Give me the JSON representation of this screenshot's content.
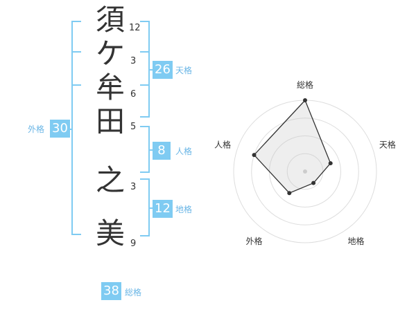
{
  "name": {
    "characters": [
      {
        "char": "須",
        "strokes": "12"
      },
      {
        "char": "ケ",
        "strokes": "3"
      },
      {
        "char": "牟",
        "strokes": "6"
      },
      {
        "char": "田",
        "strokes": "5"
      },
      {
        "char": "之",
        "strokes": "3"
      },
      {
        "char": "美",
        "strokes": "9"
      }
    ]
  },
  "fortunes": {
    "tenkaku": {
      "label": "天格",
      "value": "26"
    },
    "jinkaku": {
      "label": "人格",
      "value": "8"
    },
    "chikaku": {
      "label": "地格",
      "value": "12"
    },
    "gaikaku": {
      "label": "外格",
      "value": "30"
    },
    "soukaku": {
      "label": "総格",
      "value": "38"
    }
  },
  "colors": {
    "accent": "#7fcbf2",
    "label": "#6ab6e6",
    "text": "#333333"
  },
  "chart_data": {
    "type": "radar",
    "axes": [
      "総格",
      "天格",
      "地格",
      "外格",
      "人格"
    ],
    "values": [
      4,
      1.5,
      0.8,
      1.5,
      3
    ],
    "max": 4,
    "rings": 4
  }
}
